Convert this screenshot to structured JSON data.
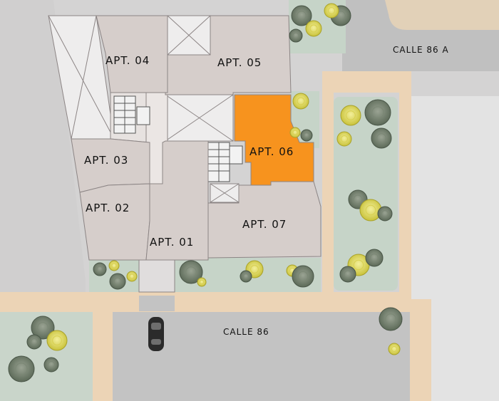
{
  "title": "",
  "colors": {
    "apartment": "#d6cecb",
    "apartment_highlight": "#f7931e",
    "sidewalk": "#ecd4b6",
    "green_area": "#c6d4c8",
    "road": "#c3c3c3",
    "neighbor_building": "#e2e2e2",
    "courtyard": "#eeeded",
    "outline": "#8c8585"
  },
  "streets": {
    "calle_86": "CALLE 86",
    "calle_86a": "CALLE 86 A"
  },
  "apartments": [
    {
      "id": "apt-01",
      "label": "APT. 01",
      "highlighted": false
    },
    {
      "id": "apt-02",
      "label": "APT. 02",
      "highlighted": false
    },
    {
      "id": "apt-03",
      "label": "APT. 03",
      "highlighted": false
    },
    {
      "id": "apt-04",
      "label": "APT. 04",
      "highlighted": false
    },
    {
      "id": "apt-05",
      "label": "APT. 05",
      "highlighted": false
    },
    {
      "id": "apt-06",
      "label": "APT. 06",
      "highlighted": true
    },
    {
      "id": "apt-07",
      "label": "APT. 07",
      "highlighted": false
    }
  ],
  "icons": {
    "car": "car-icon",
    "stairs": "stairs-icon",
    "tree": "tree-icon"
  }
}
